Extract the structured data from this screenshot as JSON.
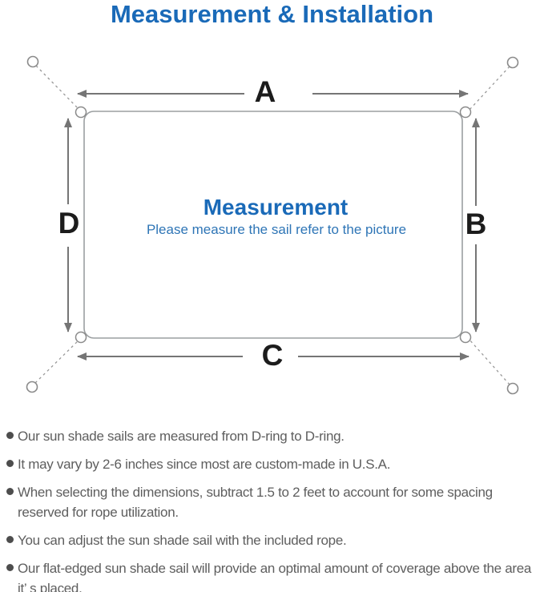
{
  "title": {
    "text": "Measurement & Installation",
    "color": "#1a6ab8"
  },
  "diagram": {
    "labels": {
      "top": "A",
      "right": "B",
      "bottom": "C",
      "left": "D"
    },
    "center": {
      "heading": "Measurement",
      "subheading": "Please measure the sail refer to the picture",
      "heading_color": "#1a6ab8",
      "subheading_color": "#2e75b6"
    },
    "colors": {
      "sail_outline": "#9b9fa1",
      "arrow": "#757575",
      "rope_dash": "#989898",
      "label_text": "#1c1c1c"
    }
  },
  "notes": {
    "bullet_color": "#4d4d4d",
    "text_color": "#5e5e5e",
    "items": [
      "Our sun shade sails are measured from D-ring to D-ring.",
      "It may vary by 2-6 inches since most are custom-made in U.S.A.",
      "When selecting the dimensions, subtract 1.5 to 2 feet to account for some spacing reserved for rope utilization.",
      "You can adjust the sun shade sail with the included rope.",
      "Our flat-edged sun shade sail will provide an optimal amount of coverage above the area it’ s placed."
    ]
  }
}
